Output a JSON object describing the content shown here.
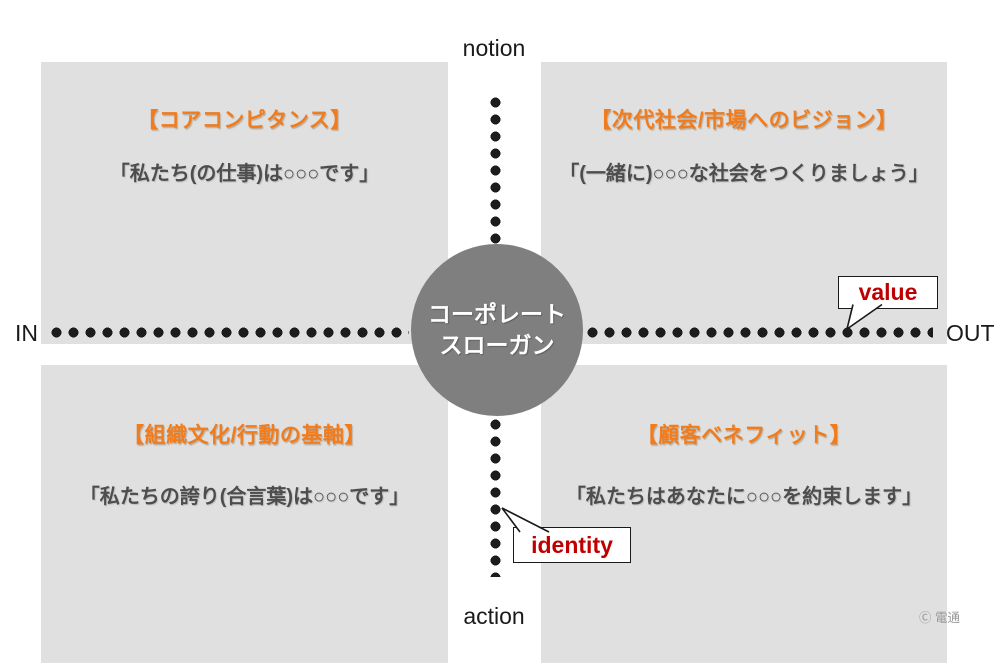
{
  "diagram": {
    "axes": {
      "top": "notion",
      "bottom": "action",
      "left": "IN",
      "right": "OUT"
    },
    "center_circle": {
      "line1": "コーポレート",
      "line2": "スローガン"
    },
    "quadrants": [
      {
        "position": "top-left",
        "title": "【コアコンピタンス】",
        "body": "「私たち(の仕事)は○○○です」"
      },
      {
        "position": "top-right",
        "title": "【次代社会/市場へのビジョン】",
        "body": "「(一緒に)○○○な社会をつくりましょう」"
      },
      {
        "position": "bottom-left",
        "title": "【組織文化/行動の基軸】",
        "body": "「私たちの誇り(合言葉)は○○○です」"
      },
      {
        "position": "bottom-right",
        "title": "【顧客ベネフィット】",
        "body": "「私たちはあなたに○○○を約束します」"
      }
    ],
    "callouts": [
      {
        "label": "value",
        "points_to": "horizontal-axis"
      },
      {
        "label": "identity",
        "points_to": "vertical-axis"
      }
    ],
    "credit": "Ⓒ 電通",
    "colors": {
      "accent_orange": "#F07C1E",
      "callout_red": "#C00000",
      "quadrant_gray": "#E0E0E0",
      "circle_gray": "#7F7F7F",
      "dot_black": "#1C1C1C",
      "body_text_gray": "#4D4D4D",
      "credit_gray": "#999999"
    }
  }
}
